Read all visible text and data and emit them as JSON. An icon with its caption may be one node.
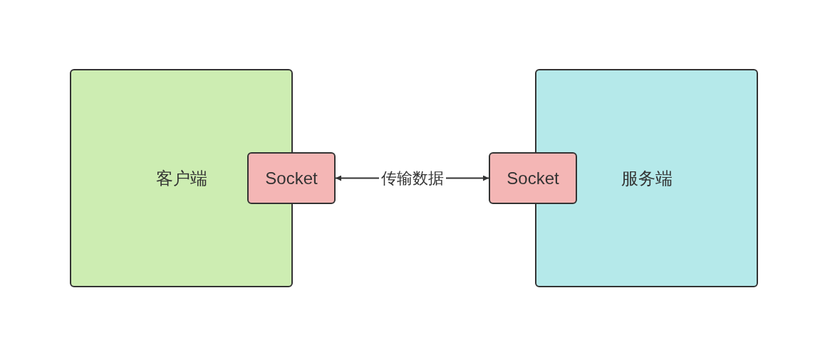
{
  "diagram": {
    "nodes": [
      {
        "text": [
          "客户端"
        ]
      },
      {
        "text": [
          "Socket"
        ]
      },
      {
        "text": [
          "Socket"
        ]
      },
      {
        "text": [
          "服务端"
        ]
      }
    ],
    "edges": [
      {
        "from": 1,
        "to": 2,
        "arrow": "both",
        "label": "传输数据"
      }
    ]
  }
}
